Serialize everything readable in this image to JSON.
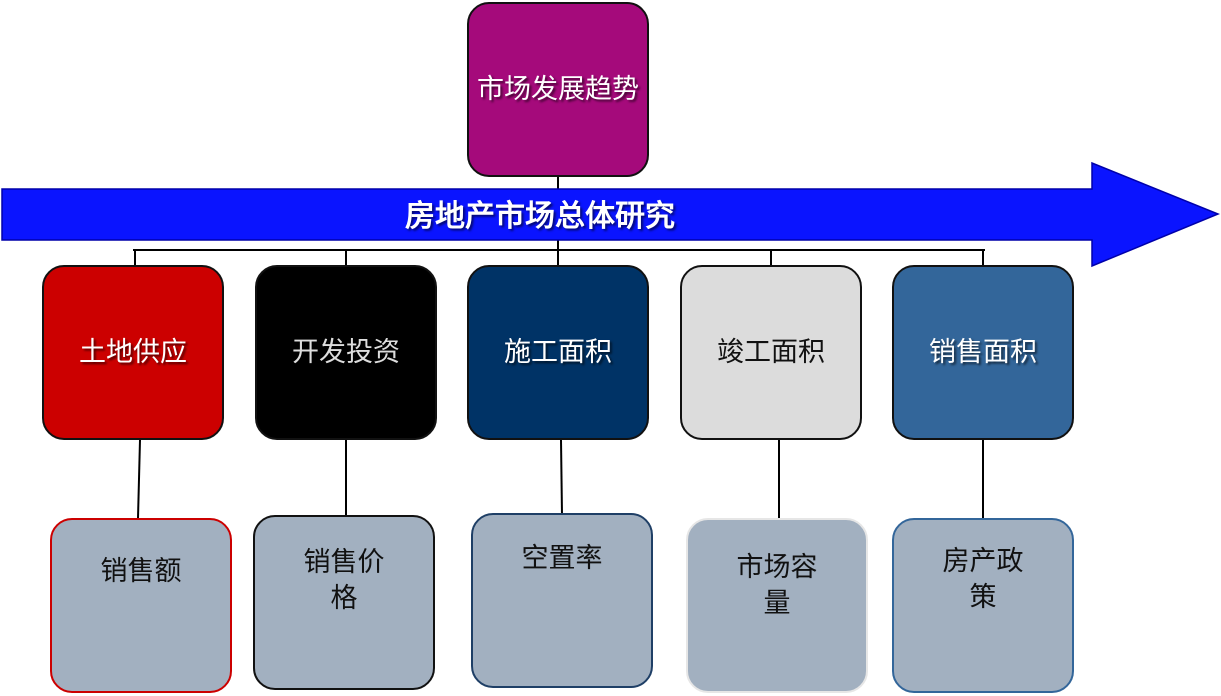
{
  "diagram": {
    "main_arrow": {
      "label": "房地产市场总体研究",
      "color": "#0a14ff"
    },
    "top_node": {
      "label": "市场发展趋势",
      "color": "#a50a7b"
    },
    "categories": [
      {
        "label": "土地供应",
        "color": "#cc0000"
      },
      {
        "label": "开发投资",
        "color": "#000000"
      },
      {
        "label": "施工面积",
        "color": "#003366"
      },
      {
        "label": "竣工面积",
        "color": "#dcdcdc"
      },
      {
        "label": "销售面积",
        "color": "#33669a"
      }
    ],
    "indicators": [
      {
        "label": "销售额"
      },
      {
        "label": "销售价格"
      },
      {
        "label": "空置率"
      },
      {
        "label": "市场容量"
      },
      {
        "label": "房产政策"
      }
    ]
  }
}
